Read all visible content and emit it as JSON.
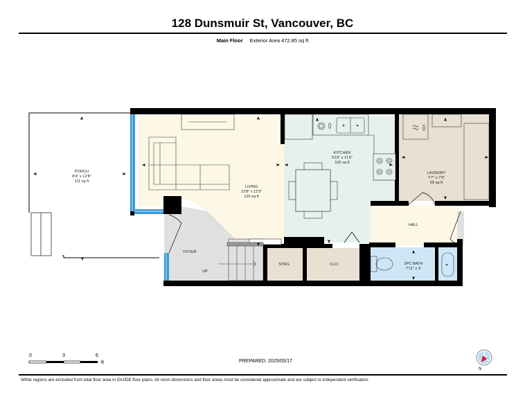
{
  "header": {
    "title": "128 Dunsmuir St, Vancouver, BC",
    "floor_label": "Main Floor",
    "exterior_area": "Exterior Area 472.85 sq ft"
  },
  "rooms": {
    "porch": {
      "name": "PORCH",
      "dims": "8'4\" x 12'8\"",
      "area": "111 sq ft"
    },
    "living": {
      "name": "LIVING",
      "dims": "12'8\" x 11'5\"",
      "area": "125 sq ft"
    },
    "kitchen": {
      "name": "KITCHEN",
      "dims": "9'10\" x 11'5\"",
      "area": "102 sq ft"
    },
    "laundry": {
      "name": "LAUNDRY",
      "dims": "7'7\" x 7'9\"",
      "area": "59 sq ft"
    },
    "hall": {
      "name": "HALL"
    },
    "bath": {
      "name": "2PC BATH",
      "dims": "7'11\" x 3'"
    },
    "foyer": {
      "name": "FOYER"
    },
    "stairs": {
      "name": "UP"
    },
    "storage": {
      "name": "STRG"
    },
    "closet": {
      "name": "CLO"
    }
  },
  "colors": {
    "living": "#fdf8e6",
    "kitchen": "#e6f1ec",
    "laundry": "#e8e0d2",
    "hall": "#fdf8e6",
    "bath": "#cfe6f7",
    "foyer": "#e0e0e0",
    "storage": "#e8e0d2",
    "window": "#3b9ad6",
    "wall": "#000000"
  },
  "scale_bar": {
    "ticks": [
      "0",
      "3",
      "6"
    ],
    "unit": "ft"
  },
  "prepared": "PREPARED: 2025/05/17",
  "compass": {
    "label": "N"
  },
  "footer": {
    "disclaimer": "White regions are excluded from total floor area in iGUIDE floor plans. All room dimensions and floor areas must be considered approximate and are subject to independent verification."
  }
}
